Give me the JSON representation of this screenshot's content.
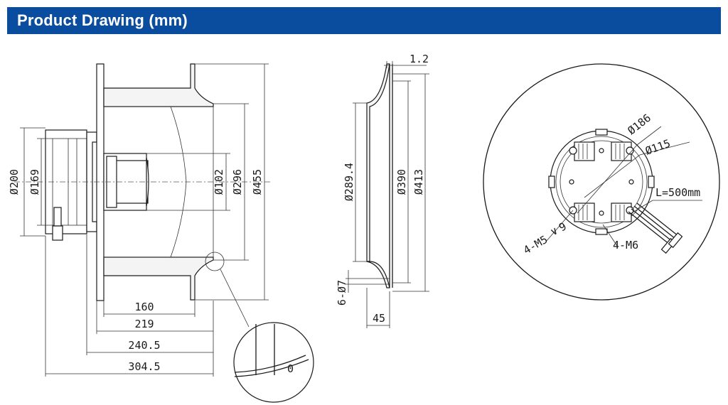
{
  "header": {
    "title": "Product Drawing (mm)"
  },
  "side_view": {
    "diameters": {
      "d200": "Ø200",
      "d169": "Ø169",
      "d102": "Ø102",
      "d296": "Ø296",
      "d455": "Ø455"
    },
    "lengths": {
      "l160": "160",
      "l219": "219",
      "l240": "240.5",
      "l304": "304.5"
    },
    "detail_label": "0"
  },
  "ring_view": {
    "thickness": "1.2",
    "diameters": {
      "d289": "Ø289.4",
      "d390": "Ø390",
      "d413": "Ø413"
    },
    "holes": "6-Ø7",
    "depth": "45"
  },
  "front_view": {
    "d186": "Ø186",
    "d115": "Ø115",
    "cable": "L=500mm",
    "m5": "4-M5",
    "m5_depth": "9",
    "m6": "4-M6"
  }
}
